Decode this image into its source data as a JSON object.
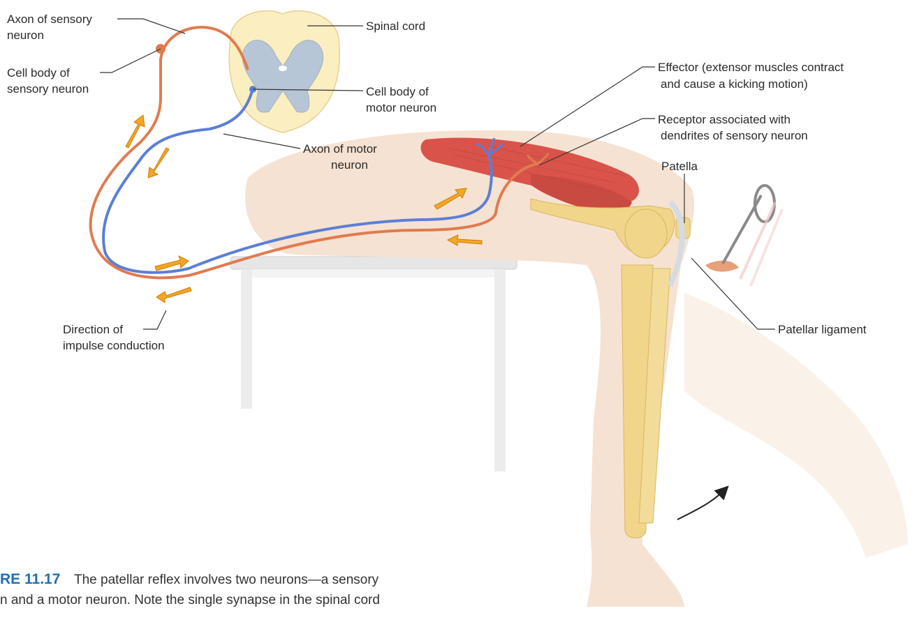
{
  "labels": {
    "axon_sensory": [
      "Axon of sensory",
      "neuron"
    ],
    "cell_body_sensory": [
      "Cell body of",
      "sensory neuron"
    ],
    "spinal_cord": "Spinal cord",
    "cell_body_motor": [
      "Cell body of",
      "motor neuron"
    ],
    "axon_motor": [
      "Axon of motor",
      "neuron"
    ],
    "effector": [
      "Effector (extensor muscles contract",
      "and cause a kicking motion)"
    ],
    "receptor": [
      "Receptor associated with",
      "dendrites of sensory neuron"
    ],
    "patella": "Patella",
    "patellar_ligament": "Patellar ligament",
    "direction": [
      "Direction of",
      "impulse conduction"
    ]
  },
  "caption": {
    "figure": "RE 11.17",
    "line1": "The patellar reflex involves two neurons—a sensory",
    "line2": "n and a motor neuron. Note the single synapse in the spinal cord"
  },
  "colors": {
    "sensory_neuron": "#e07b4f",
    "motor_neuron": "#5b7fd6",
    "arrow": "#f5a623",
    "muscle": "#d9534a",
    "bone": "#f1d58a",
    "skin": "#f6e2d2",
    "cord_white": "#fbeec0",
    "cord_gray": "#b7c6d6",
    "caption_accent": "#1e6fb5"
  }
}
